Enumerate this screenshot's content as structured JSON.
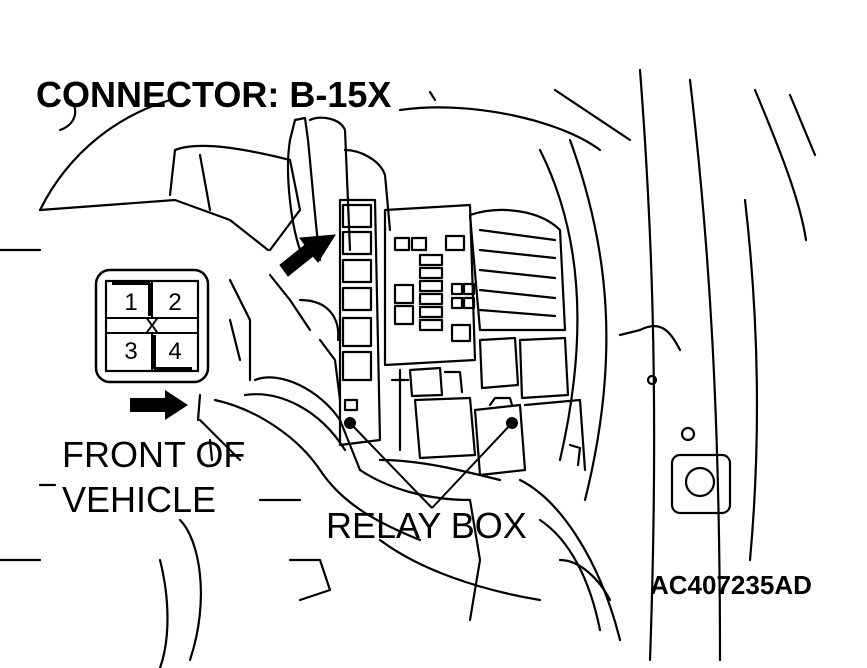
{
  "title": "CONNECTOR: B-15X",
  "connector": {
    "pins": [
      "1",
      "2",
      "3",
      "4"
    ],
    "marker": "X"
  },
  "callouts": {
    "front_line1": "FRONT OF",
    "front_line2": "VEHICLE",
    "relay_box": "RELAY BOX"
  },
  "figure_code": "AC407235AD",
  "colors": {
    "ink": "#000000",
    "paper": "#ffffff"
  }
}
